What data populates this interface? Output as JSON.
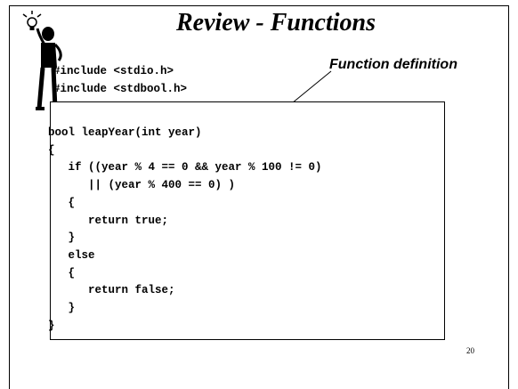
{
  "slide": {
    "title": "Review - Functions",
    "callout": "Function definition",
    "includes": [
      "#include <stdio.h>",
      "#include <stdbool.h>"
    ],
    "code": "bool leapYear(int year)\n{\n   if ((year % 4 == 0 && year % 100 != 0)\n      || (year % 400 == 0) )\n   {\n      return true;\n   }\n   else\n   {\n      return false;\n   }\n}",
    "page_number": "20",
    "figure_icon": "lightbulb-thinker-icon"
  }
}
